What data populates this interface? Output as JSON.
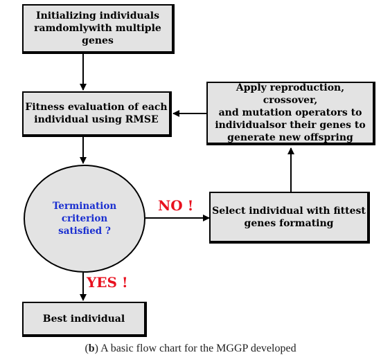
{
  "nodes": {
    "init": "Initializing individuals\nramdomlywith multiple genes",
    "fitness": "Fitness evaluation of each\nindividual using RMSE",
    "termination": "Termination\ncriterion\nsatisfied ?",
    "apply_ops": "Apply reproduction, crossover,\nand mutation operators to\nindividualsor their genes to\ngenerate new offspring",
    "select": "Select individual with fittest\ngenes formating",
    "best": "Best individual"
  },
  "labels": {
    "no": "NO !",
    "yes": "YES !"
  },
  "caption": {
    "prefix": "(",
    "letter": "b",
    "text": ") A basic flow chart for the MGGP developed"
  },
  "colors": {
    "box_fill": "#e3e3e3",
    "question_text": "#1a2fd0",
    "branch_label": "#e8101e"
  }
}
